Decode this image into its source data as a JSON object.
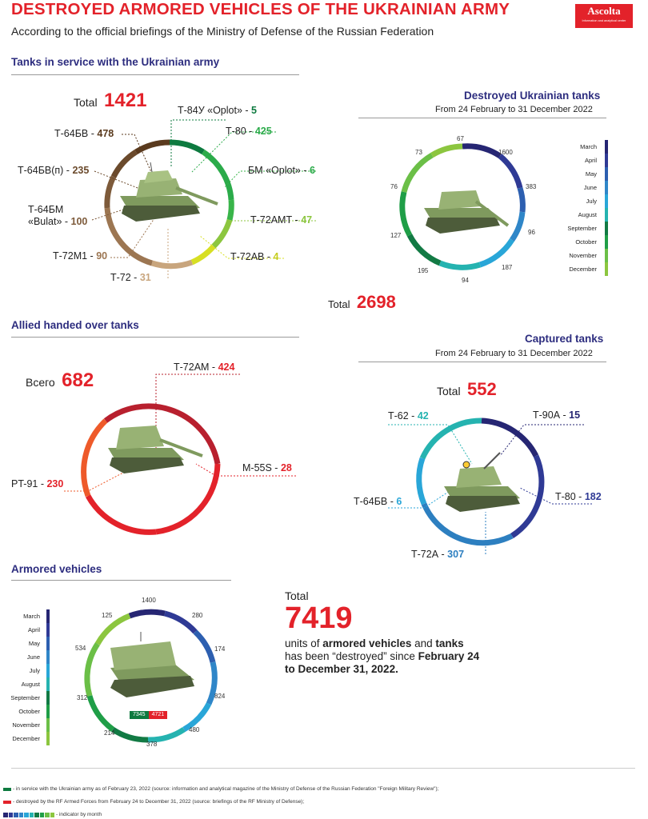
{
  "header": {
    "title": "DESTROYED ARMORED VEHICLES OF THE UKRAINIAN ARMY",
    "subtitle": "According to the official briefings of the Ministry of Defense of the Russian Federation",
    "logo_text": "Ascolta",
    "logo_sub": "Information and analytical center"
  },
  "in_service": {
    "section_title": "Tanks in service with the Ukrainian army",
    "total_label": "Total",
    "total_value": "1421",
    "items": [
      {
        "name": "Т-84У «Oplot» -",
        "value": "5"
      },
      {
        "name": "Т-80 -",
        "value": "425"
      },
      {
        "name": "БМ «Oplot» -",
        "value": "6"
      },
      {
        "name": "Т-72АМТ -",
        "value": "47"
      },
      {
        "name": "Т-72АВ -",
        "value": "4"
      },
      {
        "name": "Т-72 -",
        "value": "31"
      },
      {
        "name": "Т-72М1 -",
        "value": "90"
      },
      {
        "name_line1": "Т-64БМ",
        "name_line2": "«Bulat» -",
        "value": "100"
      },
      {
        "name": "Т-64БВ(п) -",
        "value": "235"
      },
      {
        "name": "Т-64БВ -",
        "value": "478"
      }
    ]
  },
  "destroyed_tanks": {
    "section_title": "Destroyed Ukrainian tanks",
    "period": "From 24 February to 31 December 2022",
    "total_label": "Total",
    "total_value": "2698",
    "months": [
      "March",
      "April",
      "May",
      "June",
      "July",
      "August",
      "September",
      "October",
      "November",
      "December"
    ],
    "values": [
      "1600",
      "383",
      "96",
      "187",
      "94",
      "195",
      "127",
      "76",
      "73",
      "67"
    ]
  },
  "allied": {
    "section_title": "Allied handed over tanks",
    "total_label": "Всего",
    "total_value": "682",
    "items": [
      {
        "name": "Т-72АМ -",
        "value": "424"
      },
      {
        "name": "M-55S -",
        "value": "28"
      },
      {
        "name": "PT-91 -",
        "value": "230"
      }
    ]
  },
  "captured": {
    "section_title": "Captured tanks",
    "period": "From 24 February to 31 December 2022",
    "total_label": "Total",
    "total_value": "552",
    "items": [
      {
        "name": "Т-62 -",
        "value": "42"
      },
      {
        "name": "Т-90А -",
        "value": "15"
      },
      {
        "name": "Т-80 -",
        "value": "182"
      },
      {
        "name": "Т-64БВ -",
        "value": "6"
      },
      {
        "name": "Т-72А -",
        "value": "307"
      }
    ]
  },
  "armored": {
    "section_title": "Armored vehicles",
    "months": [
      "March",
      "April",
      "May",
      "June",
      "July",
      "August",
      "September",
      "October",
      "November",
      "December"
    ],
    "values": [
      "1400",
      "280",
      "174",
      "824",
      "480",
      "378",
      "214",
      "312",
      "534",
      "125"
    ],
    "badge_green": "7345",
    "badge_red": "4721"
  },
  "summary": {
    "total_label": "Total",
    "total_value": "7419",
    "line1_pre": "units of ",
    "line1_b1": "armored vehicles",
    "line1_mid": " and ",
    "line1_b2": "tanks",
    "line2_pre": "has been “destroyed” since ",
    "line2_b": "February 24",
    "line3_b": "to December 31, 2022."
  },
  "footnotes": {
    "green": " - in service with the Ukrainian army as of February 23, 2022 (source: information and analytical magazine of the Ministry of Defense of the Russian Federation \"Foreign Military Review\");",
    "red": " - destroyed by the RF Armed Forces from February 24 to December 31, 2022 (source: briefings of the RF Ministry of Defense);",
    "month": " - indicator by month"
  },
  "colors": {
    "red": "#e3222a",
    "navy": "#2d2d7f",
    "month_gradient": [
      "#262673",
      "#2f3a95",
      "#2d5fb0",
      "#2f86c8",
      "#29a6d8",
      "#25b3b0",
      "#1f9e7a",
      "#127a44",
      "#2f9f45",
      "#8cc63f"
    ]
  }
}
